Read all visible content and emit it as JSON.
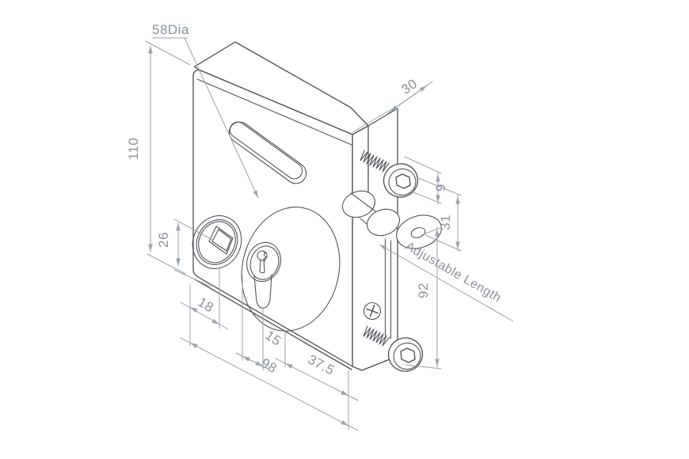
{
  "drawing": {
    "type_label": "isometric technical drawing of swing gate lock",
    "colors": {
      "outline": "#4a4e54",
      "dimension_lines": "#9ba2ab",
      "dimension_text": "#8b929b",
      "background": "#ffffff"
    }
  },
  "dimensions": {
    "face_circle_diameter": "58Dia",
    "body_height": "110",
    "follower_to_cylinder_vertical": "26",
    "edge_to_follower": "18",
    "follower_to_cylinder": "15",
    "body_width": "98",
    "cylinder_to_edge": "37.5",
    "body_depth": "30",
    "screw_head_depth": "9",
    "spacer_length": "31",
    "bolt_centres": "92",
    "adjustable_note": "Adjustable Length"
  }
}
